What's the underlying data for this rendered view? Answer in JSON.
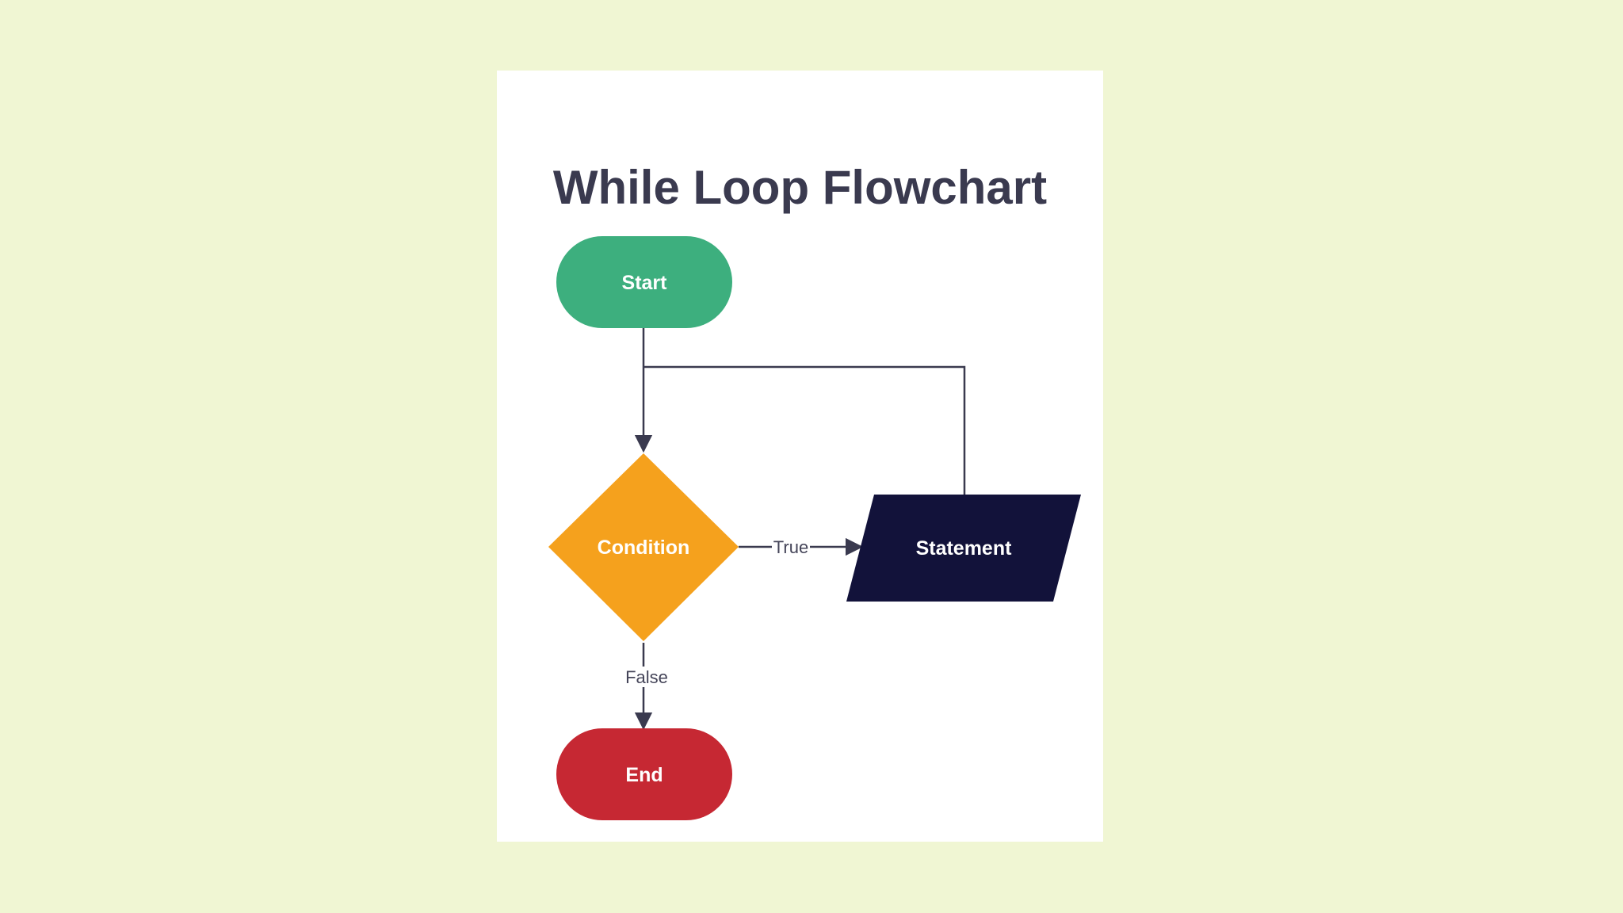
{
  "title": "While Loop Flowchart",
  "nodes": {
    "start": {
      "label": "Start",
      "color": "#3daf7e"
    },
    "condition": {
      "label": "Condition",
      "color": "#f5a11d"
    },
    "statement": {
      "label": "Statement",
      "color": "#12123a"
    },
    "end": {
      "label": "End",
      "color": "#c62833"
    }
  },
  "edges": {
    "true_label": "True",
    "false_label": "False",
    "line_color": "#3a3a4f"
  },
  "colors": {
    "background": "#f0f6d3",
    "card": "#ffffff",
    "title": "#3a3a4f"
  }
}
